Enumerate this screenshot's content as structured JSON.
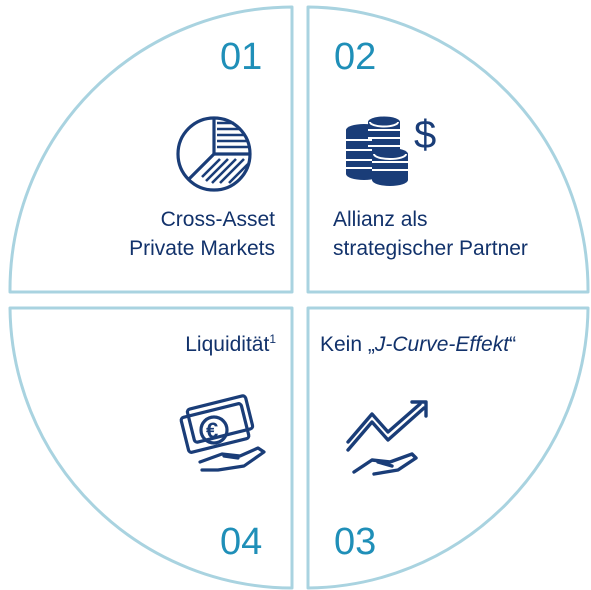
{
  "quadrants": {
    "q1": {
      "number": "01",
      "line1": "Cross-Asset",
      "line2": "Private Markets",
      "icon": "pie-chart-icon"
    },
    "q2": {
      "number": "02",
      "line1": "Allianz als",
      "line2": "strategischer Partner",
      "icon": "coins-dollar-icon"
    },
    "q3": {
      "number": "03",
      "prefix": "Kein „",
      "emph": "J-Curve-Effekt",
      "suffix": "“",
      "icon": "hand-growth-chart-icon"
    },
    "q4": {
      "number": "04",
      "text": "Liquidität",
      "footnote": "1",
      "icon": "hand-euro-banknote-icon"
    }
  },
  "colors": {
    "circle": "#a9d3e0",
    "accent": "#1f8fb8",
    "text": "#12326b",
    "icon": "#1a3d78"
  }
}
